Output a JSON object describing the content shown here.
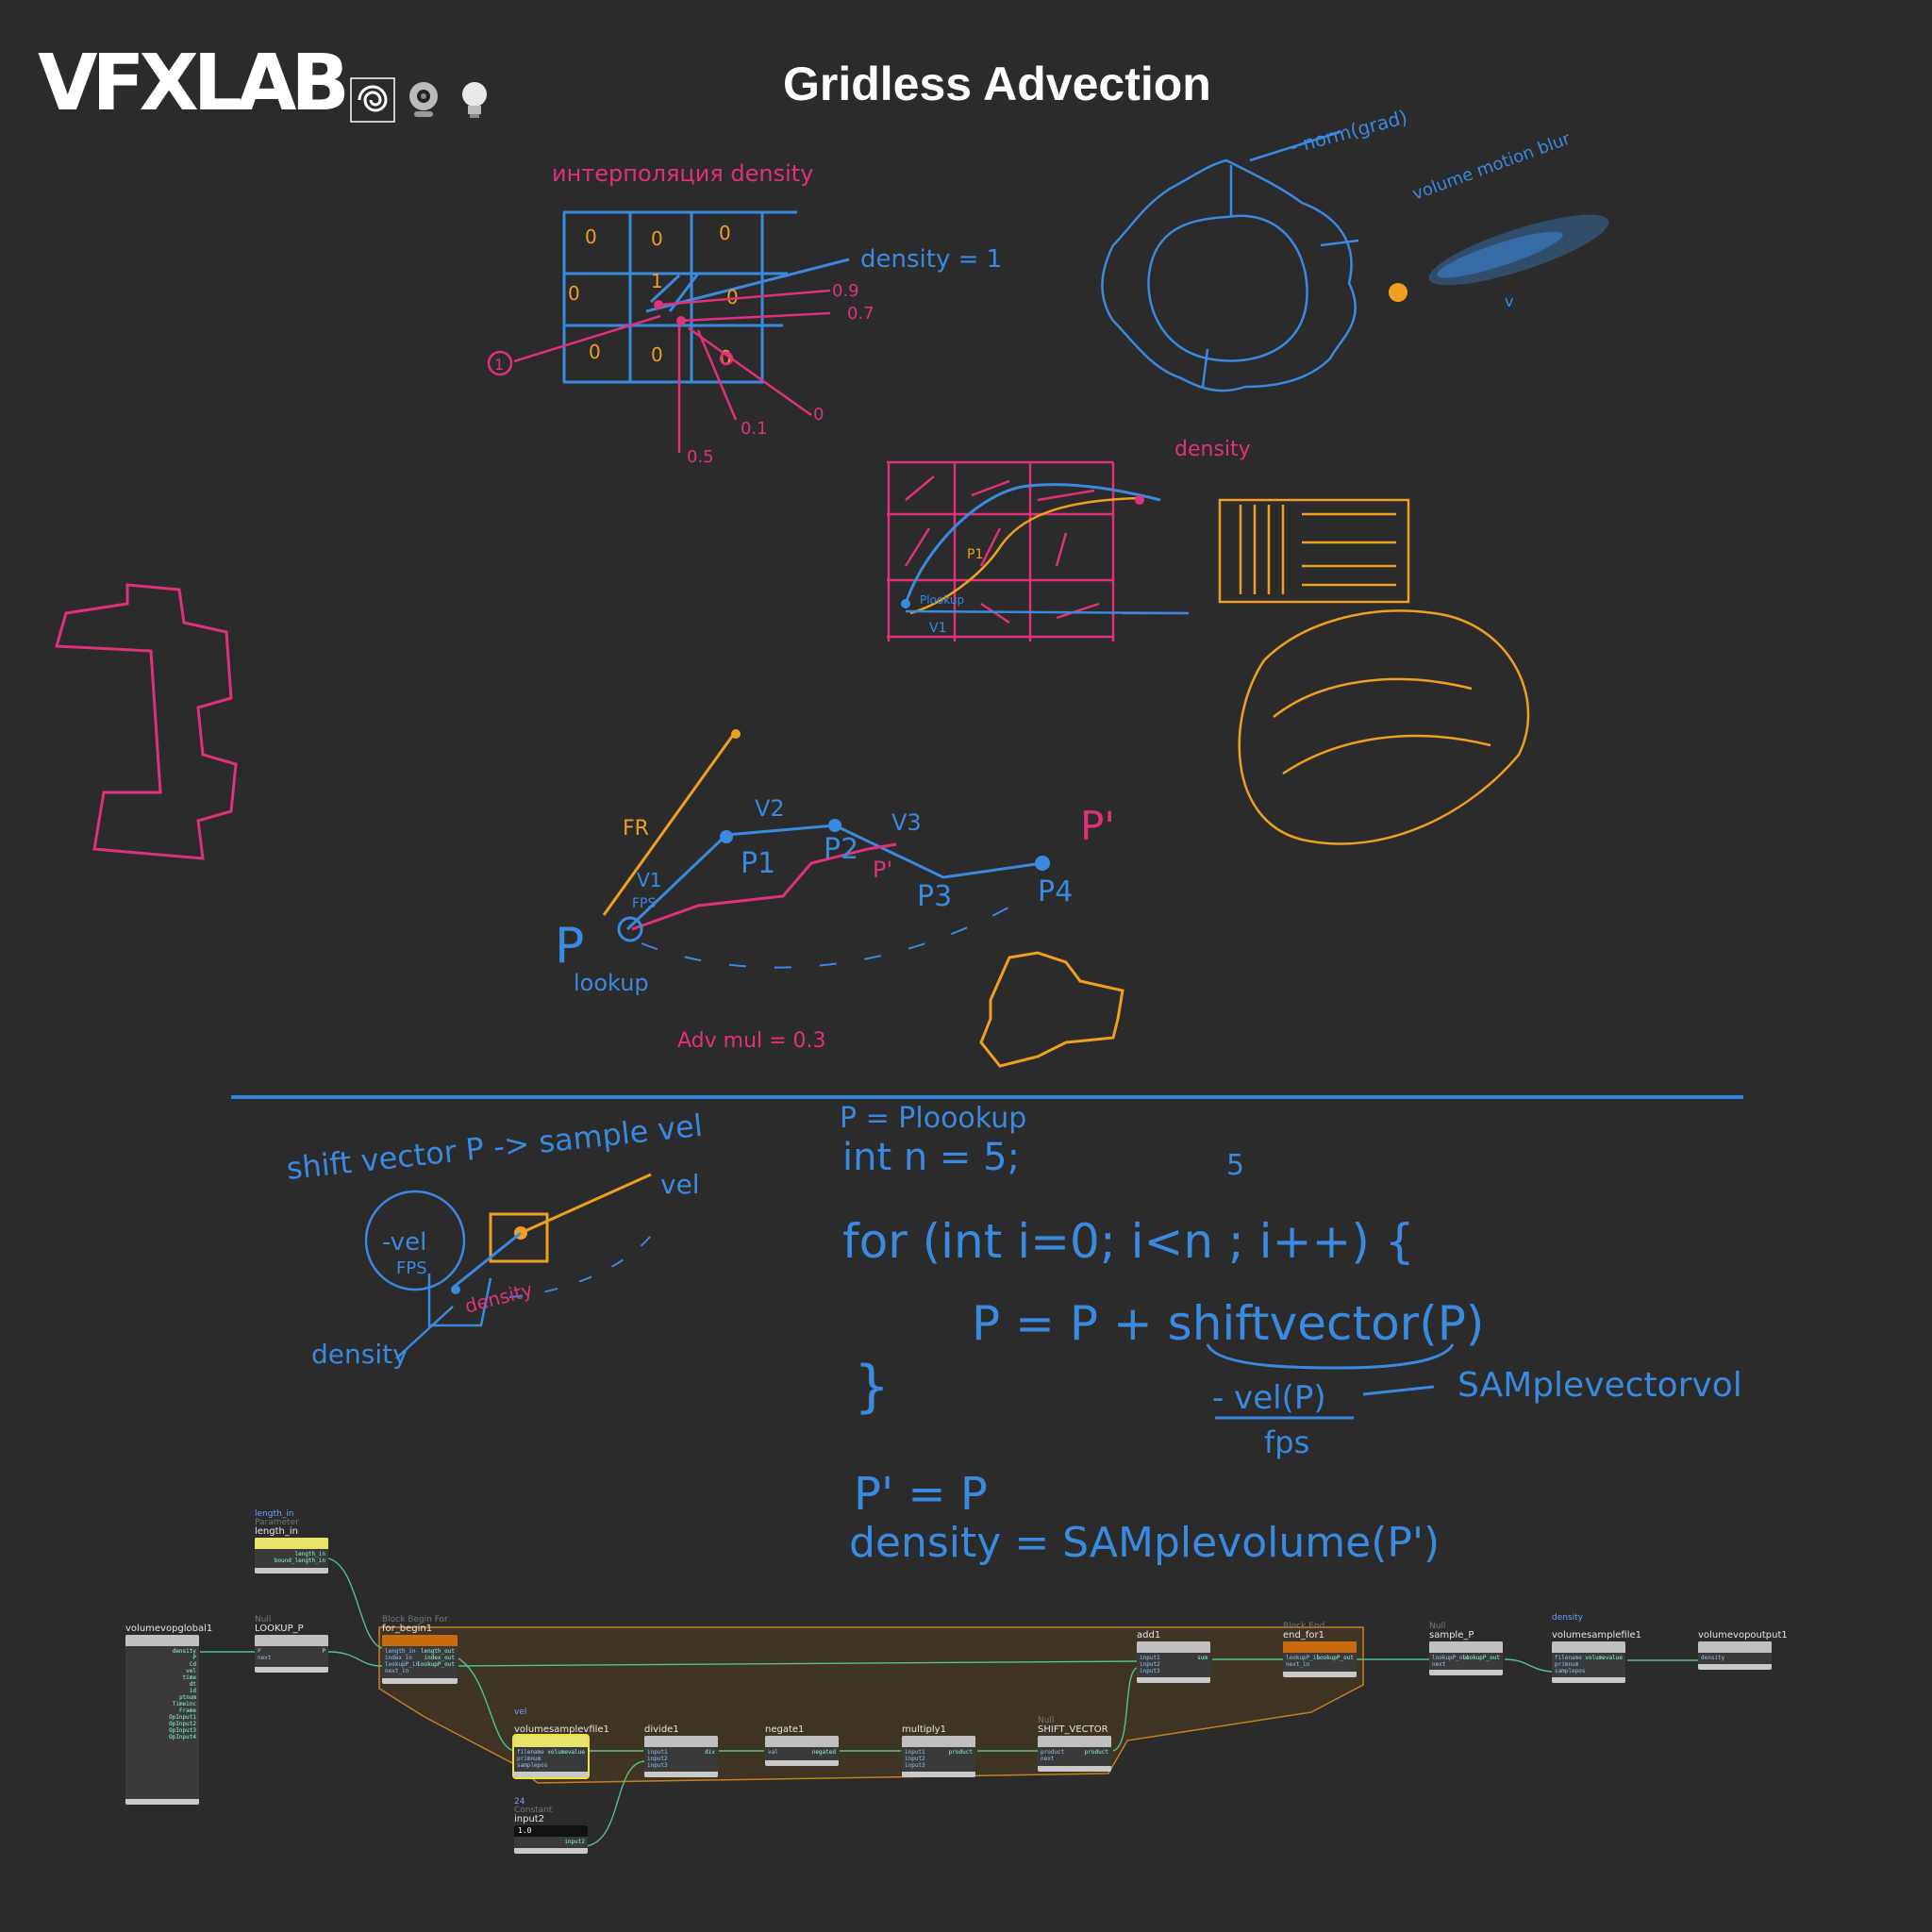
{
  "header": {
    "logo_text": "VFXLAB",
    "title": "Gridless Advection"
  },
  "colors": {
    "background": "#2b2b2b",
    "ink_blue": "#3a8be0",
    "ink_pink": "#e0327c",
    "ink_orange": "#f0a020",
    "divider": "#2f86e0"
  },
  "top_sketches": {
    "interp_label": "интерполяция density",
    "density_eq": "density = 1",
    "val_09": "0.9",
    "val_07": "0.7",
    "val_0": "0",
    "val_01": "0.1",
    "val_05": "0.5",
    "circled_one": "1",
    "grid_one": "1",
    "grid_zero": "0",
    "norm_grad": "- norm(grad)",
    "volume_motion_blur": "volume motion blur",
    "v_label": "v",
    "density_label2": "density",
    "plookup_small": "Plookup",
    "v1_small": "V1",
    "p1_small": "P1"
  },
  "advection_sketch": {
    "fr": "FR",
    "v1": "V1",
    "fps": "FPS",
    "v2": "V2",
    "v3": "V3",
    "p1": "P1",
    "p2": "P2",
    "p_prime_small": "P'",
    "p3": "P3",
    "p4": "P4",
    "p_prime": "P'",
    "plookup": "P",
    "lookup": "lookup",
    "adv_mul": "Adv mul = 0.3"
  },
  "bottom_left": {
    "shift_vector": "shift vector P -> sample vel",
    "vel": "vel",
    "neg_vel": "-vel",
    "fps": "FPS",
    "density_pink": "density",
    "density_blue": "density"
  },
  "code": {
    "line1": "P = Ploookup",
    "line2": "int n = 5;",
    "five": "5",
    "line3": "for (int i=0; i<n ; i++) {",
    "line4": "P = P + shiftvector(P)",
    "line5": "}",
    "neg_vel_p": "- vel(P)",
    "fps": "fps",
    "samplevectorvol": "SAMplevectorvol",
    "line6": "P' = P",
    "line7": "density = SAMplevolume(P')"
  },
  "network": {
    "nodes": [
      {
        "id": "volumevopglobal1",
        "name": "volumevopglobal1",
        "type": "",
        "ports_in": [],
        "ports_out": [
          "density",
          "P",
          "Cd",
          "vel",
          "time",
          "dt",
          "id",
          "ptnum",
          "Timeinc",
          "Frame",
          "OpInput1",
          "OpInput2",
          "OpInput3",
          "OpInput4"
        ]
      },
      {
        "id": "lookup_p",
        "type": "Null",
        "name": "LOOKUP_P",
        "ports_in": [
          "P",
          "next"
        ],
        "ports_out": [
          "P"
        ]
      },
      {
        "id": "length_in",
        "type": "Parameter",
        "tag": "length_in",
        "name": "length_in",
        "ports_in": [],
        "ports_out": [
          "length_in",
          "bound_length_in"
        ]
      },
      {
        "id": "for_begin1",
        "type": "Block Begin For",
        "name": "for_begin1",
        "ports_in": [
          "length_in",
          "index_in",
          "lookupP_in",
          "next_in"
        ],
        "ports_out": [
          "length_out",
          "index_out",
          "lookupP_out"
        ]
      },
      {
        "id": "volumesamplevfile1",
        "type": "",
        "tag": "vel",
        "name": "volumesamplevfile1",
        "ports_in": [
          "filename",
          "primnum",
          "samplepos"
        ],
        "ports_out": [
          "volumevalue"
        ]
      },
      {
        "id": "divide1",
        "type": "",
        "name": "divide1",
        "ports_in": [
          "input1",
          "input2",
          "input3"
        ],
        "ports_out": [
          "div"
        ]
      },
      {
        "id": "negate1",
        "type": "",
        "name": "negate1",
        "ports_in": [
          "val"
        ],
        "ports_out": [
          "negated"
        ]
      },
      {
        "id": "multiply1",
        "type": "",
        "name": "multiply1",
        "ports_in": [
          "input1",
          "input2",
          "input3"
        ],
        "ports_out": [
          "product"
        ]
      },
      {
        "id": "shift_vector",
        "type": "Null",
        "name": "SHIFT_VECTOR",
        "ports_in": [
          "product",
          "next"
        ],
        "ports_out": [
          "product"
        ]
      },
      {
        "id": "add1",
        "type": "",
        "name": "add1",
        "ports_in": [
          "input1",
          "input2",
          "input3"
        ],
        "ports_out": [
          "sum"
        ]
      },
      {
        "id": "end_for1",
        "type": "Block End",
        "name": "end_for1",
        "ports_in": [
          "lookupP_in",
          "next_in"
        ],
        "ports_out": [
          "lookupP_out"
        ]
      },
      {
        "id": "sample_p",
        "type": "Null",
        "name": "sample_P",
        "ports_in": [
          "lookupP_out",
          "next"
        ],
        "ports_out": [
          "lookupP_out"
        ]
      },
      {
        "id": "volumesamplefile1",
        "type": "",
        "tag": "density",
        "name": "volumesamplefile1",
        "ports_in": [
          "filename",
          "primnum",
          "samplepos"
        ],
        "ports_out": [
          "volumevalue"
        ]
      },
      {
        "id": "volumevopoutput1",
        "type": "",
        "name": "volumevopoutput1",
        "ports_in": [
          "density"
        ],
        "ports_out": []
      },
      {
        "id": "input2",
        "type": "Constant",
        "tag": "24",
        "name": "input2",
        "value": "1.0",
        "ports_in": [],
        "ports_out": [
          "input2"
        ]
      }
    ]
  }
}
